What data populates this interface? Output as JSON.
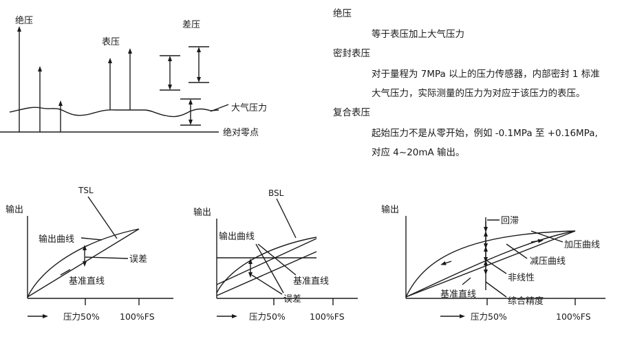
{
  "top_diagram": {
    "absolute_label": "绝压",
    "gauge_label": "表压",
    "differential_label": "差压",
    "atmosphere_label": "大气压力",
    "zero_label": "绝对零点"
  },
  "definitions": [
    {
      "term": "绝压",
      "lines": [
        "等于表压加上大气压力"
      ]
    },
    {
      "term": "密封表压",
      "lines": [
        "对于量程为 7MPa 以上的压力传感器，内部密封 1 标准",
        "大气压力，实际测量的压力为对应于该压力的表压。"
      ]
    },
    {
      "term": "复合表压",
      "lines": [
        "起始压力不是从零开始，例如 -0.1MPa 至 +0.16MPa,",
        "对应 4~20mA 输出。"
      ]
    }
  ],
  "charts": {
    "tsl": {
      "y_label": "输出",
      "method_label": "TSL",
      "curve_label": "输出曲线",
      "error_label": "误差",
      "reference_label": "基准直线",
      "x_mid_label": "压力50%",
      "x_end_label": "100%FS"
    },
    "bsl": {
      "y_label": "输出",
      "method_label": "BSL",
      "curve_label": "输出曲线",
      "reference_label": "基准直线",
      "error_label": "误差",
      "x_mid_label": "压力50%",
      "x_end_label": "100%FS"
    },
    "hysteresis": {
      "y_label": "输出",
      "hysteresis_label": "回滞",
      "loading_label": "加压曲线",
      "unloading_label": "减压曲线",
      "nonlinearity_label": "非线性",
      "reference_label": "基准直线",
      "accuracy_label": "综合精度",
      "x_mid_label": "压力50%",
      "x_end_label": "100%FS"
    }
  }
}
